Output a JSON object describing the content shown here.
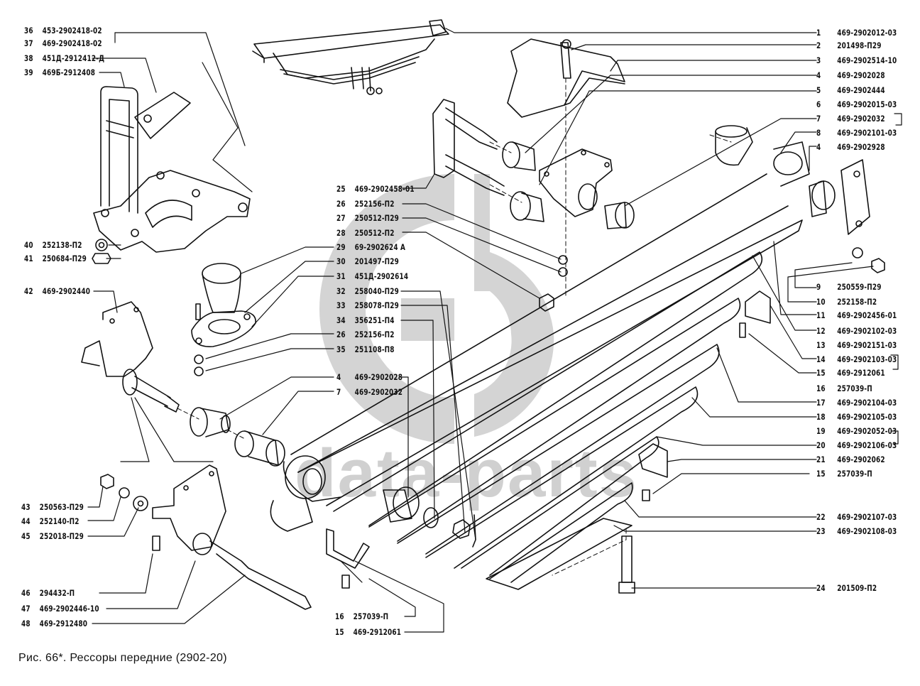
{
  "figure": {
    "caption": "Рис. 66*. Рессоры передние (2902-20)",
    "watermark_logo": "gb-logo",
    "watermark_text": "data-parts",
    "watermark_color": "#d0d0d0",
    "line_color": "#111111"
  },
  "labels_left": [
    {
      "num": "36",
      "part": "453-2902418-02"
    },
    {
      "num": "37",
      "part": "469-2902418-02"
    },
    {
      "num": "38",
      "part": "451Д-2912412-Д"
    },
    {
      "num": "39",
      "part": "469Б-2912408"
    },
    {
      "num": "40",
      "part": "252138-П2"
    },
    {
      "num": "41",
      "part": "250684-П29"
    },
    {
      "num": "42",
      "part": "469-2902440"
    },
    {
      "num": "43",
      "part": "250563-П29"
    },
    {
      "num": "44",
      "part": "252140-П2"
    },
    {
      "num": "45",
      "part": "252018-П29"
    },
    {
      "num": "46",
      "part": "294432-П"
    },
    {
      "num": "47",
      "part": "469-2902446-10"
    },
    {
      "num": "48",
      "part": "469-2912480"
    }
  ],
  "labels_center": [
    {
      "num": "25",
      "part": "469-2902458-01"
    },
    {
      "num": "26",
      "part": "252156-П2"
    },
    {
      "num": "27",
      "part": "250512-П29"
    },
    {
      "num": "28",
      "part": "250512-П2"
    },
    {
      "num": "29",
      "part": "69-2902624 А"
    },
    {
      "num": "30",
      "part": "201497-П29"
    },
    {
      "num": "31",
      "part": "451Д-2902614"
    },
    {
      "num": "32",
      "part": "258040-П29"
    },
    {
      "num": "33",
      "part": "258078-П29"
    },
    {
      "num": "34",
      "part": "356251-П4"
    },
    {
      "num": "26",
      "part": "252156-П2"
    },
    {
      "num": "35",
      "part": "251108-П8"
    },
    {
      "num": "4",
      "part": "469-2902028"
    },
    {
      "num": "7",
      "part": "469-2902032"
    }
  ],
  "labels_bottom_center": [
    {
      "num": "16",
      "part": "257039-П"
    },
    {
      "num": "15",
      "part": "469-2912061"
    }
  ],
  "labels_right": [
    {
      "num": "1",
      "part": "469-2902012-03"
    },
    {
      "num": "2",
      "part": "201498-П29"
    },
    {
      "num": "3",
      "part": "469-2902514-10"
    },
    {
      "num": "4",
      "part": "469-2902028"
    },
    {
      "num": "5",
      "part": "469-2902444"
    },
    {
      "num": "6",
      "part": "469-2902015-03"
    },
    {
      "num": "7",
      "part": "469-2902032"
    },
    {
      "num": "8",
      "part": "469-2902101-03"
    },
    {
      "num": "4",
      "part": "469-2902928"
    },
    {
      "num": "9",
      "part": "250559-П29"
    },
    {
      "num": "10",
      "part": "252158-П2"
    },
    {
      "num": "11",
      "part": "469-2902456-01"
    },
    {
      "num": "12",
      "part": "469-2902102-03"
    },
    {
      "num": "13",
      "part": "469-2902151-03"
    },
    {
      "num": "14",
      "part": "469-2902103-03"
    },
    {
      "num": "15",
      "part": "469-2912061"
    },
    {
      "num": "16",
      "part": "257039-П"
    },
    {
      "num": "17",
      "part": "469-2902104-03"
    },
    {
      "num": "18",
      "part": "469-2902105-03"
    },
    {
      "num": "19",
      "part": "469-2902052-03"
    },
    {
      "num": "20",
      "part": "469-2902106-03"
    },
    {
      "num": "21",
      "part": "469-2902062"
    },
    {
      "num": "15",
      "part": "257039-П"
    },
    {
      "num": "22",
      "part": "469-2902107-03"
    },
    {
      "num": "23",
      "part": "469-2902108-03"
    },
    {
      "num": "24",
      "part": "201509-П2"
    }
  ]
}
